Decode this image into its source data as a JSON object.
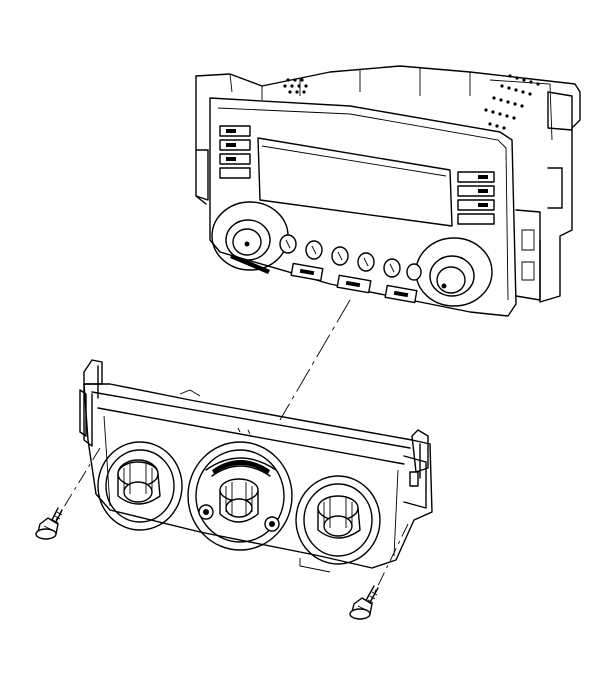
{
  "figure": {
    "subject": "radio-and-hvac-control-assembly",
    "parts": [
      "radio-head-unit",
      "hvac-control-panel",
      "fastener-left",
      "fastener-right"
    ],
    "colors": {
      "line": "#000000",
      "paper": "#ffffff"
    },
    "radio_buttons": 6,
    "hvac_knobs": 3
  }
}
